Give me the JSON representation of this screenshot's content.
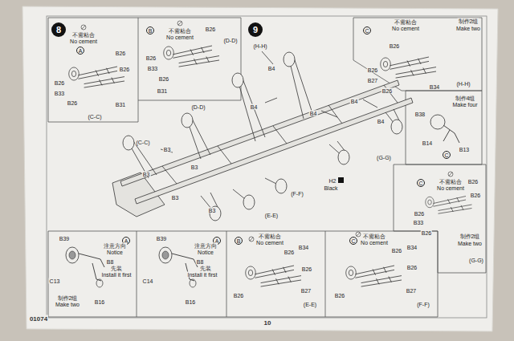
{
  "diagram": {
    "nodes": [
      {
        "text": [
          "8"
        ]
      },
      {
        "text": [
          "A"
        ]
      },
      {
        "text": [
          "B"
        ]
      },
      {
        "text": [
          "9"
        ]
      },
      {
        "text": [
          "C"
        ]
      },
      {
        "text": [
          "C"
        ]
      },
      {
        "text": [
          "C"
        ]
      },
      {
        "text": [
          "A"
        ]
      },
      {
        "text": [
          "A"
        ]
      },
      {
        "text": [
          "B"
        ]
      },
      {
        "text": [
          "C"
        ]
      }
    ],
    "labels": [
      "不需粘合",
      "No cement",
      "B26",
      "B26",
      "B26",
      "B33",
      "B26",
      "B31",
      "(C-C)",
      "不需粘合",
      "No cement",
      "B26",
      "(D-D)",
      "B26",
      "B33",
      "B26",
      "B31",
      "(H-H)",
      "B4",
      "(D-D)",
      "B4",
      "(C-C)",
      "B3",
      "B3",
      "B3",
      "B4",
      "B4",
      "B4",
      "B3",
      "B3",
      "(E-E)",
      "(F-F)",
      "(G-G)",
      "H2",
      "Black",
      "不需粘合",
      "No cement",
      "制作2组",
      "Make two",
      "B26",
      "B26",
      "B27",
      "B26",
      "B34",
      "(H-H)",
      "制作4组",
      "Make four",
      "B38",
      "B14",
      "B13",
      "不需粘合",
      "No cement",
      "B26",
      "B26",
      "B26",
      "B33",
      "B26",
      "制作2组",
      "Make two",
      "(G-G)",
      "B39",
      "注意方向",
      "Notice",
      "B8",
      "先装",
      "Install it first",
      "C13",
      "制作2组",
      "Make two",
      "B16",
      "B39",
      "注意方向",
      "Notice",
      "B8",
      "先装",
      "Install it first",
      "C14",
      "B16",
      "不需粘合",
      "No cement",
      "B26",
      "B34",
      "B26",
      "B26",
      "B27",
      "(E-E)",
      "不需粘合",
      "No cement",
      "B26",
      "B34",
      "B26",
      "B26",
      "B27",
      "(F-F)",
      "01074",
      "10"
    ]
  }
}
